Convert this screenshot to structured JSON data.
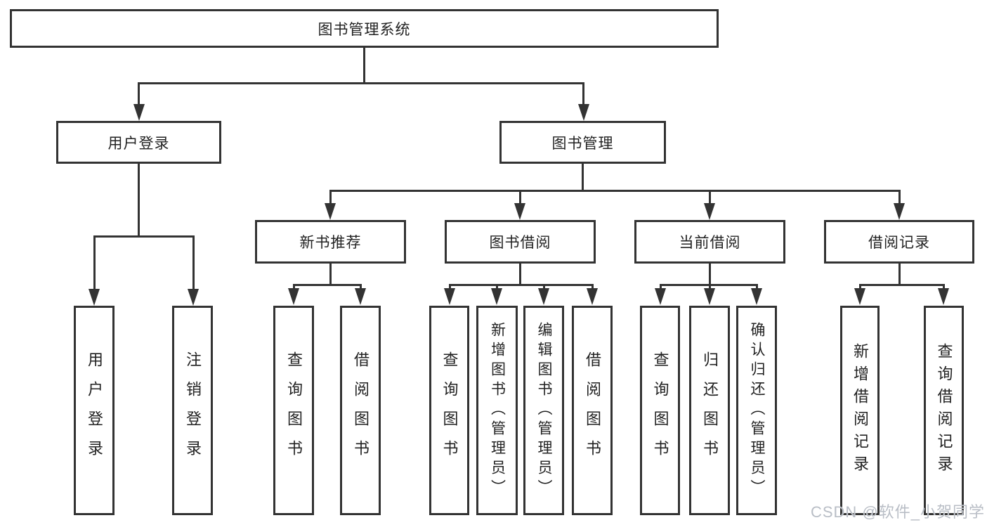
{
  "tree": {
    "root": {
      "label": "图书管理系统"
    },
    "children": [
      {
        "label": "用户登录",
        "children": [
          {
            "label": "用户登录"
          },
          {
            "label": "注销登录"
          }
        ]
      },
      {
        "label": "图书管理",
        "children": [
          {
            "label": "新书推荐",
            "children": [
              {
                "label": "查询图书"
              },
              {
                "label": "借阅图书"
              }
            ]
          },
          {
            "label": "图书借阅",
            "children": [
              {
                "label": "查询图书"
              },
              {
                "label": "新增图书（管理员）"
              },
              {
                "label": "编辑图书（管理员）"
              },
              {
                "label": "借阅图书"
              }
            ]
          },
          {
            "label": "当前借阅",
            "children": [
              {
                "label": "查询图书"
              },
              {
                "label": "归还图书"
              },
              {
                "label": "确认归还（管理员）"
              }
            ]
          },
          {
            "label": "借阅记录",
            "children": [
              {
                "label": "新增借阅记录"
              },
              {
                "label": "查询借阅记录"
              }
            ]
          }
        ]
      }
    ]
  },
  "watermark": {
    "text": "CSDN @软件_小贺同学"
  },
  "colors": {
    "line": "#333333",
    "text": "#222222",
    "background": "#ffffff",
    "watermark": "#b9bec6"
  }
}
